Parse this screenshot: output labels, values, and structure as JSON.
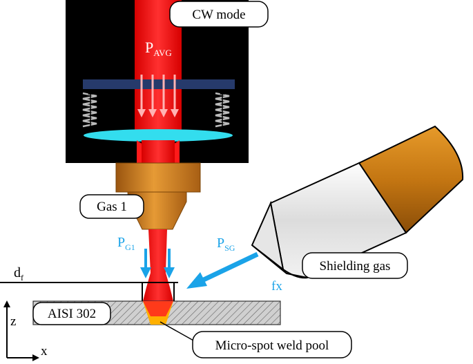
{
  "diagram": {
    "labels": {
      "mode": "CW mode",
      "avg_power": {
        "main": "P",
        "sub": "AVG"
      },
      "gas1": "Gas 1",
      "gas1_power": {
        "main": "P",
        "sub": "G1"
      },
      "shielding_power": {
        "main": "P",
        "sub": "SG"
      },
      "shielding_gas": "Shielding gas",
      "fx": "fx",
      "df": {
        "main": "d",
        "sub": "f"
      },
      "material": "AISI 302",
      "weld_pool": "Micro-spot weld pool",
      "axis_z": "z",
      "axis_x": "x"
    },
    "colors": {
      "laser": "#ff1a1a",
      "laser_arrows": "#ffb3b3",
      "housing": "#000000",
      "plate": "#263a6b",
      "lens": "#33ddee",
      "nozzle": "#cc7a1a",
      "gas_arrow": "#1aa3e8",
      "gas_text": "#1aa3e8",
      "pool": "#ffb000"
    }
  }
}
